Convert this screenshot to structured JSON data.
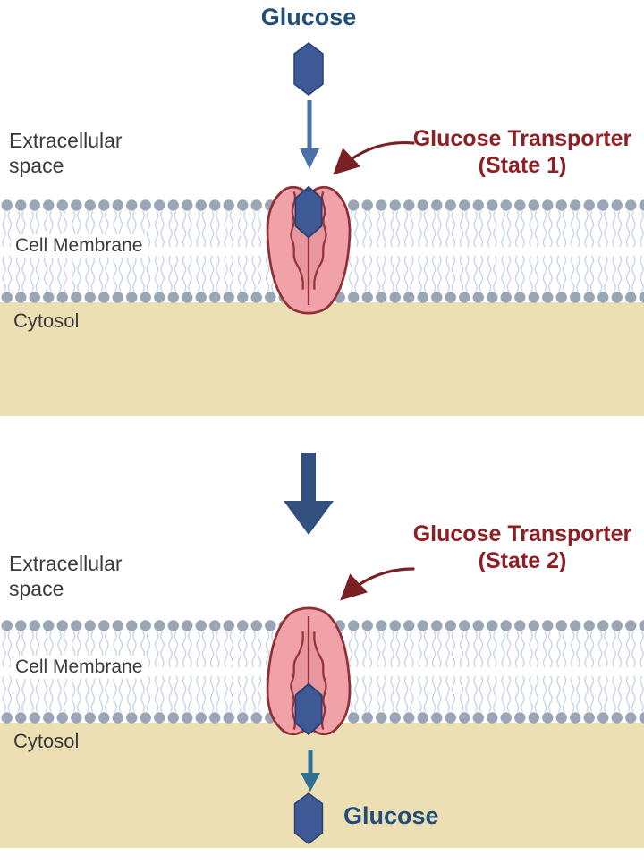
{
  "title": "Glucose transporter membrane transport diagram",
  "colors": {
    "glucose_text": "#1f4e79",
    "glucose_molecule": "#3d5a97",
    "transporter_fill": "#f0a2a8",
    "transporter_outline": "#8e3036",
    "annotation_red": "#8e1f24",
    "membrane_head": "#9aa6b6",
    "membrane_tail": "#c7d2e2",
    "cytosol": "#ecdfb4",
    "arrow_blue": "#4a72a8",
    "arrow_navy": "#32517e",
    "arrow_teal": "#2d7094",
    "body_text": "#3a3a3a"
  },
  "panel1": {
    "glucose_label": "Glucose",
    "transporter_label": "Glucose Transporter",
    "transporter_state": "(State 1)",
    "extracellular_label": "Extracellular\nspace",
    "cell_membrane_label": "Cell Membrane",
    "cytosol_label": "Cytosol"
  },
  "panel2": {
    "transporter_label": "Glucose Transporter",
    "transporter_state": "(State 2)",
    "extracellular_label": "Extracellular\nspace",
    "cell_membrane_label": "Cell Membrane",
    "cytosol_label": "Cytosol",
    "glucose_label": "Glucose"
  }
}
